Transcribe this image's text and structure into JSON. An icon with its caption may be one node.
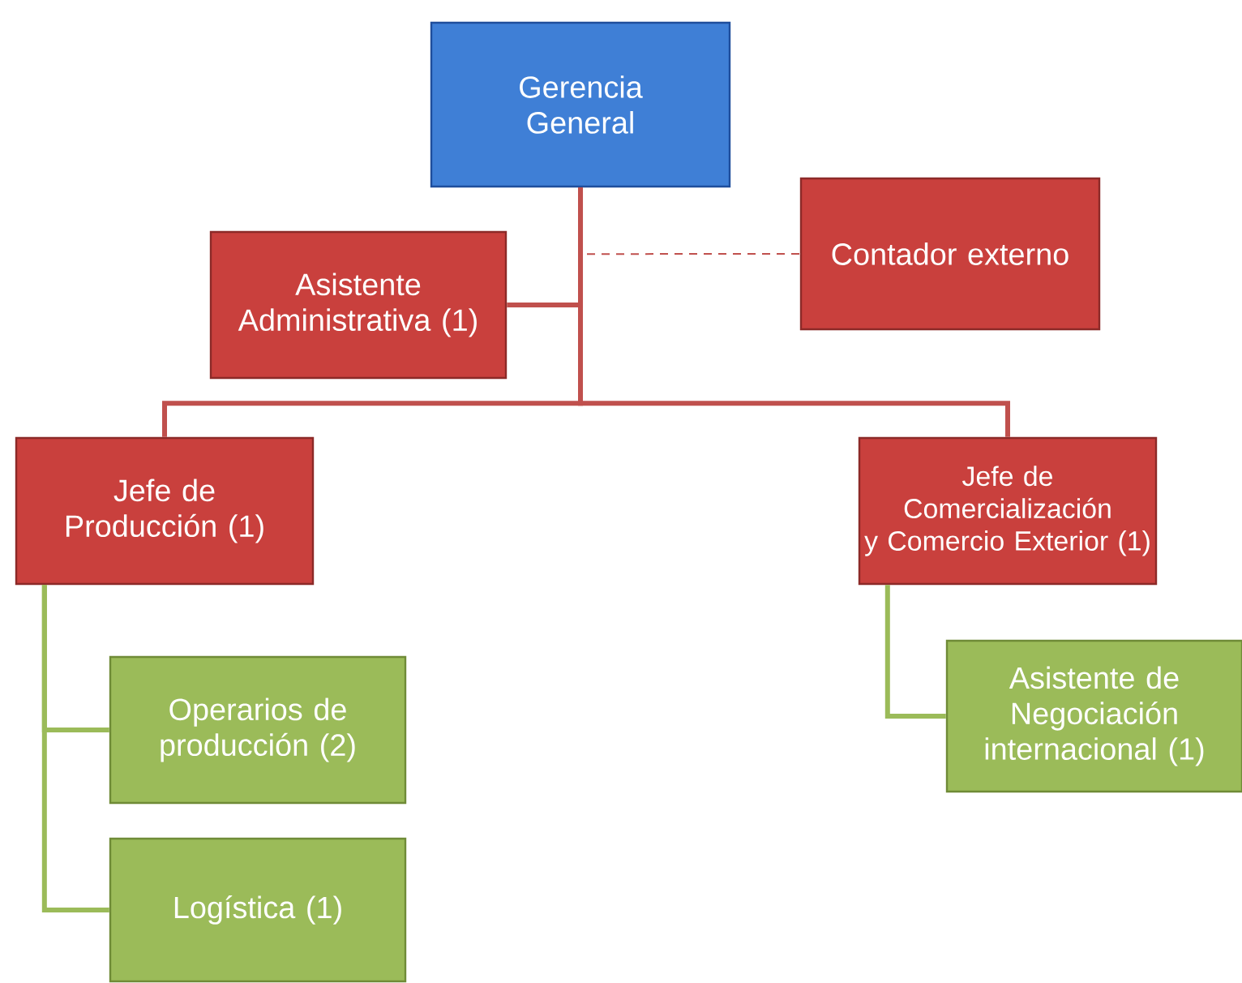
{
  "diagram": {
    "nodes": [
      {
        "text": [
          "Gerencia General"
        ]
      },
      {
        "text": [
          "Asistente Administrativa (1)"
        ]
      },
      {
        "text": [
          "Contador externo"
        ]
      },
      {
        "text": [
          "Jefe de Producción (1)"
        ]
      },
      {
        "text": [
          "Jefe de Comercialización y Comercio Exterior (1)"
        ]
      },
      {
        "text": [
          "Operarios de producción (2)"
        ]
      },
      {
        "text": [
          "Logística (1)"
        ]
      },
      {
        "text": [
          "Asistente de Negociación internacional (1)"
        ]
      }
    ],
    "edges": [
      {
        "from": 0,
        "to": 1,
        "arrow": "none"
      },
      {
        "from": 0,
        "to": 2,
        "arrow": "none",
        "style": "dashed"
      },
      {
        "from": 0,
        "to": 3,
        "arrow": "none"
      },
      {
        "from": 0,
        "to": 4,
        "arrow": "none"
      },
      {
        "from": 3,
        "to": 5,
        "arrow": "none",
        "color": "#9bbb59"
      },
      {
        "from": 3,
        "to": 6,
        "arrow": "none",
        "color": "#9bbb59"
      },
      {
        "from": 4,
        "to": 7,
        "arrow": "none",
        "color": "#9bbb59"
      }
    ]
  }
}
